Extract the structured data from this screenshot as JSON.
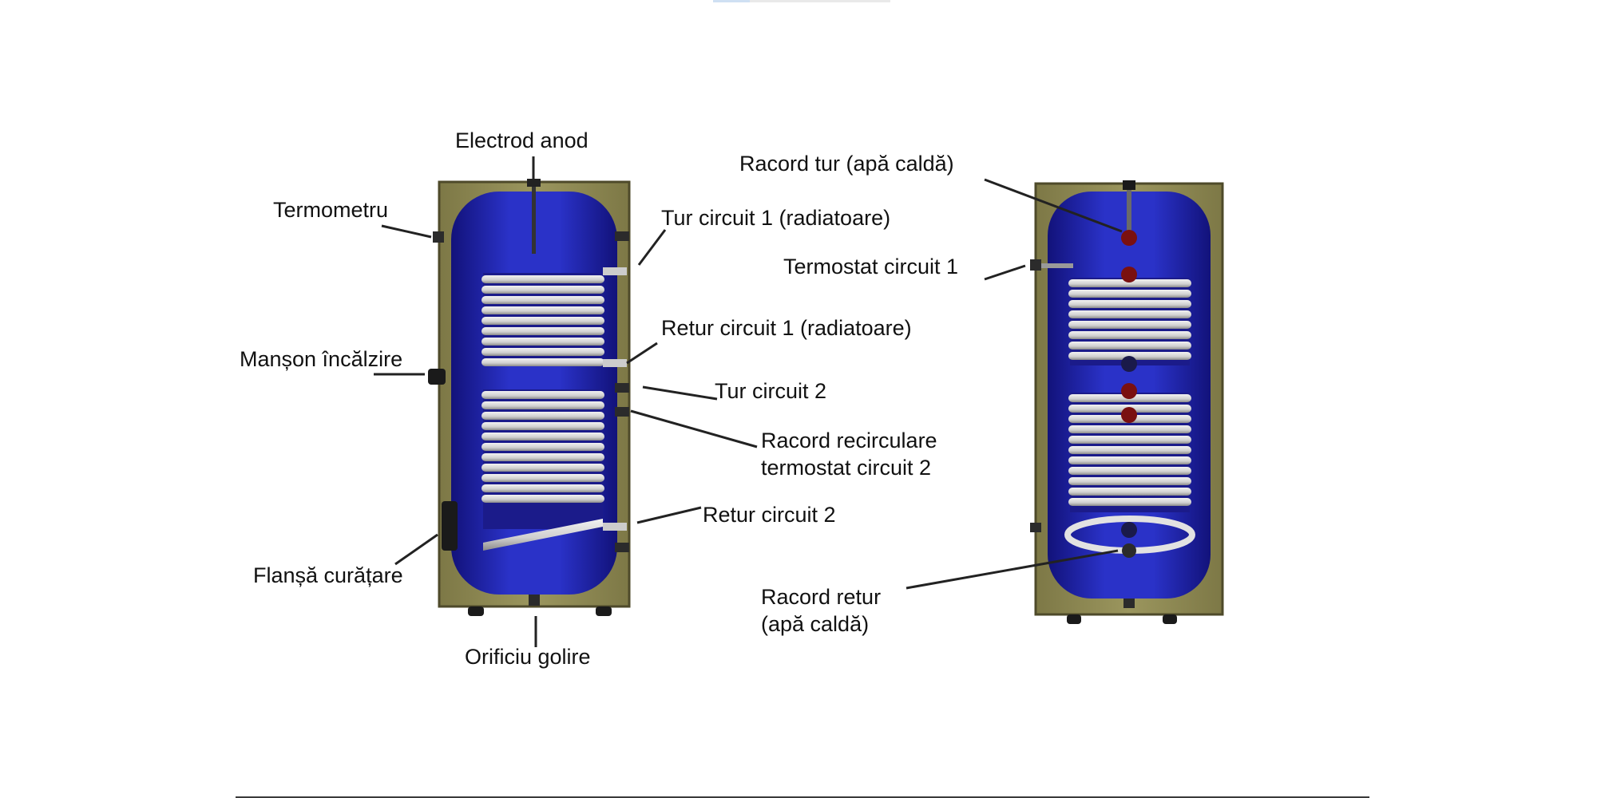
{
  "diagram": {
    "colors": {
      "casing": "#8f8a54",
      "casing_edge": "#4e4a2a",
      "tank_blue": "#1f1fb0",
      "tank_highlight": "#4a5ae0",
      "coil": "#d9d9d9",
      "coil_shadow": "#8a8a8a",
      "leader_line": "#222222",
      "fitting_red": "#7a1010",
      "fitting_dark": "#2b2b2b"
    },
    "left_tank_labels": {
      "electrod_anod": "Electrod anod",
      "termometru": "Termometru",
      "tur_circuit_1": "Tur circuit 1 (radiatoare)",
      "retur_circuit_1": "Retur circuit 1 (radiatoare)",
      "manson_incalzire": "Manșon încălzire",
      "tur_circuit_2": "Tur circuit 2",
      "racord_recirculare_line1": "Racord recirculare",
      "racord_recirculare_line2": "termostat circuit 2",
      "retur_circuit_2": "Retur circuit 2",
      "flansa_curatare": "Flanșă curățare",
      "orificiu_golire": "Orificiu golire"
    },
    "right_tank_labels": {
      "racord_tur": "Racord tur (apă caldă)",
      "termostat_circuit_1": "Termostat circuit 1",
      "racord_retur_line1": "Racord retur",
      "racord_retur_line2": "(apă caldă)"
    }
  }
}
